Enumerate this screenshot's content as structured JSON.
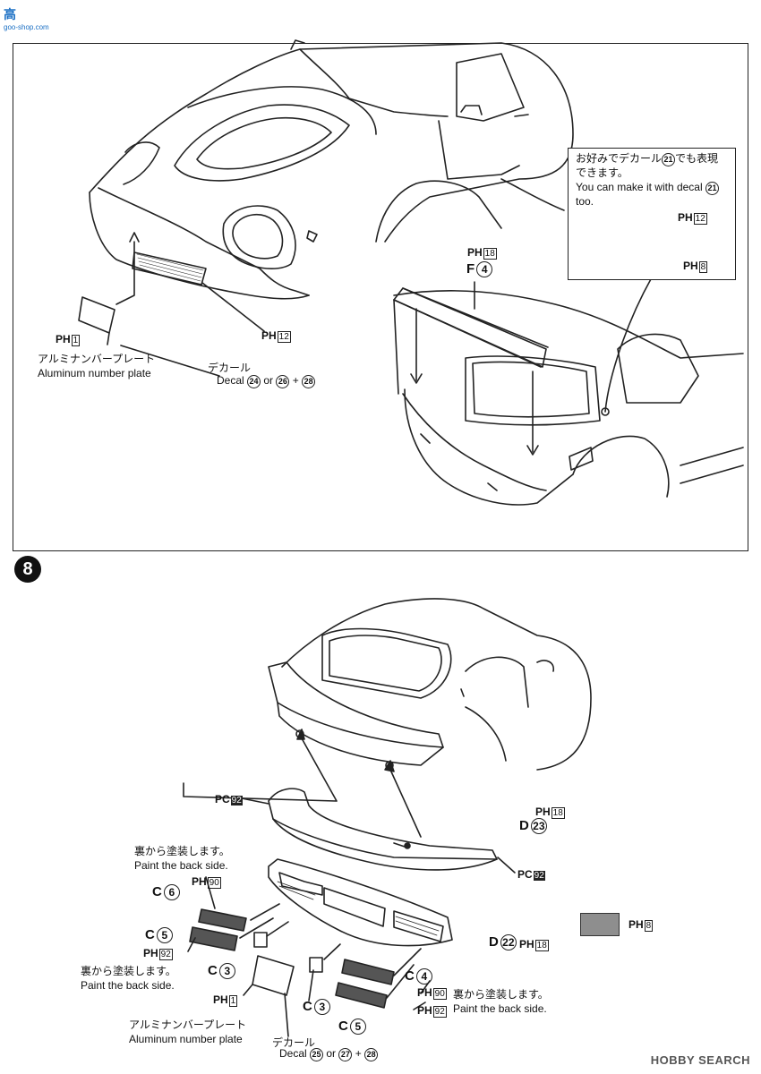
{
  "watermark_top": {
    "text": "高",
    "sub": "goo-shop.com"
  },
  "step8": {
    "number": "8"
  },
  "panel1": {
    "plate_ph": {
      "prefix": "PH",
      "num": "1"
    },
    "plate_jp": "アルミナンバープレート",
    "plate_en": "Aluminum number plate",
    "grille_ph": {
      "prefix": "PH",
      "num": "12"
    },
    "decal_jp": "デカール",
    "decal_en": "Decal",
    "decal_nums": [
      "24",
      "26",
      "28"
    ],
    "decal_or": "or",
    "decal_plus": "+",
    "spoiler_ph": {
      "prefix": "PH",
      "num": "18"
    },
    "spoiler_part": {
      "letter": "F",
      "num": "4"
    },
    "callout": {
      "jp_line1": "お好みでデカール",
      "jp_num": "21",
      "jp_line1_end": "でも表現",
      "jp_line2": "できます。",
      "en_line1": "You can make it with decal",
      "en_num": "21",
      "en_line2": "too.",
      "emblem_ph1": {
        "prefix": "PH",
        "num": "12"
      },
      "emblem_ph2": {
        "prefix": "PH",
        "num": "8"
      }
    }
  },
  "panel2": {
    "pc92_a": {
      "prefix": "PC",
      "num": "92"
    },
    "ph18_top": {
      "prefix": "PH",
      "num": "18"
    },
    "d23": {
      "letter": "D",
      "num": "23"
    },
    "pc92_b": {
      "prefix": "PC",
      "num": "92"
    },
    "back_jp_1": "裏から塗装します。",
    "back_en_1": "Paint the back side.",
    "ph90_a": {
      "prefix": "PH",
      "num": "90"
    },
    "c6": {
      "letter": "C",
      "num": "6"
    },
    "c5_a": {
      "letter": "C",
      "num": "5"
    },
    "ph92_a": {
      "prefix": "PH",
      "num": "92"
    },
    "back_jp_2": "裏から塗装します。",
    "back_en_2": "Paint the back side.",
    "c3_a": {
      "letter": "C",
      "num": "3"
    },
    "ph1": {
      "prefix": "PH",
      "num": "1"
    },
    "c3_b": {
      "letter": "C",
      "num": "3"
    },
    "c5_b": {
      "letter": "C",
      "num": "5"
    },
    "plate_jp": "アルミナンバープレート",
    "plate_en": "Aluminum number plate",
    "decal_jp": "デカール",
    "decal_en": "Decal",
    "decal_nums": [
      "25",
      "27",
      "28"
    ],
    "decal_or": "or",
    "decal_plus": "+",
    "d22": {
      "letter": "D",
      "num": "22"
    },
    "ph18_b": {
      "prefix": "PH",
      "num": "18"
    },
    "c4": {
      "letter": "C",
      "num": "4"
    },
    "ph90_b": {
      "prefix": "PH",
      "num": "90"
    },
    "ph92_b": {
      "prefix": "PH",
      "num": "92"
    },
    "back_jp_3": "裏から塗装します。",
    "back_en_3": "Paint the back side.",
    "swatch_ph": {
      "prefix": "PH",
      "num": "8"
    },
    "swatch_color": "#8e8e8e"
  },
  "watermark_bottom": "HOBBY SEARCH"
}
